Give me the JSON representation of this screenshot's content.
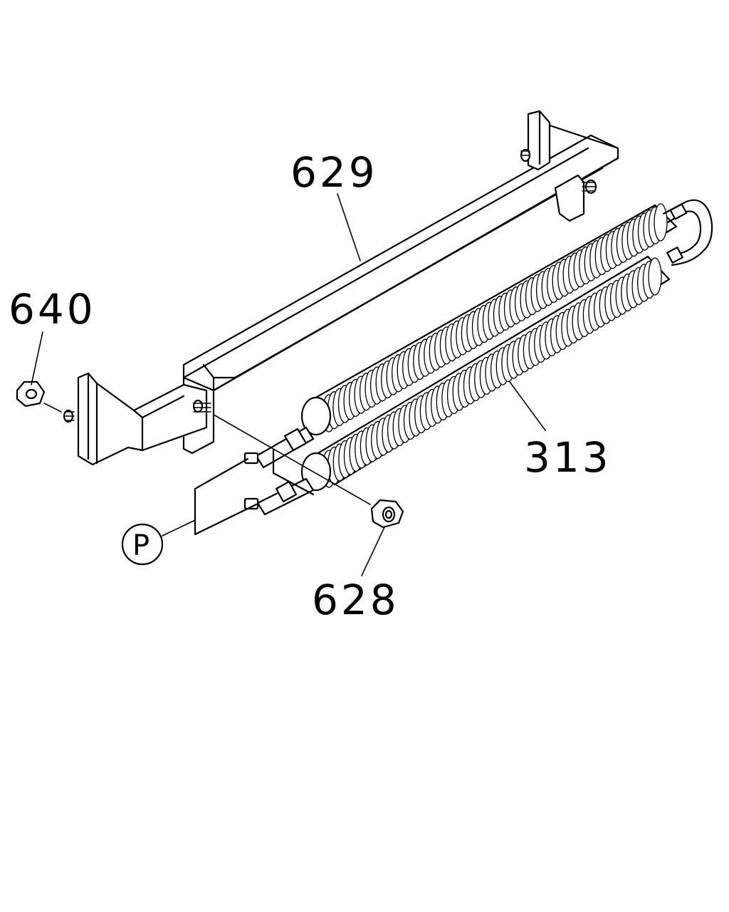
{
  "diagram": {
    "callouts": [
      {
        "id": "629",
        "label": "629"
      },
      {
        "id": "640",
        "label": "640"
      },
      {
        "id": "313",
        "label": "313"
      },
      {
        "id": "628",
        "label": "628"
      },
      {
        "id": "P",
        "label": "P"
      }
    ]
  },
  "colors": {
    "line": "#000000",
    "background": "#ffffff"
  }
}
